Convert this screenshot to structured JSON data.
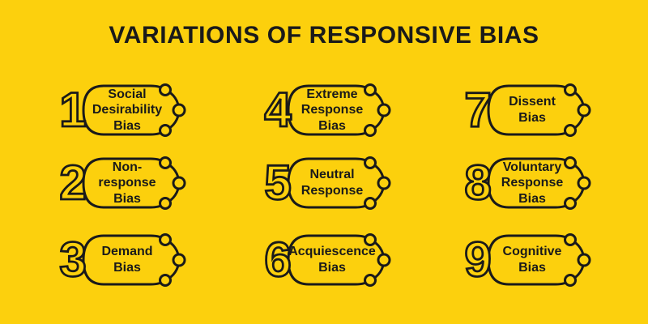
{
  "page": {
    "background": "#FCD00D",
    "ink": "#1A1A1A"
  },
  "title": "VARIATIONS OF RESPONSIVE BIAS",
  "cards": [
    {
      "number": "1",
      "label": [
        "Social",
        "Desirability",
        "Bias"
      ]
    },
    {
      "number": "2",
      "label": [
        "Non-response",
        "Bias"
      ]
    },
    {
      "number": "3",
      "label": [
        "Demand",
        "Bias"
      ]
    },
    {
      "number": "4",
      "label": [
        "Extreme",
        "Response",
        "Bias"
      ]
    },
    {
      "number": "5",
      "label": [
        "Neutral",
        "Response"
      ]
    },
    {
      "number": "6",
      "label": [
        "Acquiescence",
        "Bias"
      ]
    },
    {
      "number": "7",
      "label": [
        "Dissent",
        "Bias"
      ]
    },
    {
      "number": "8",
      "label": [
        "Voluntary",
        "Response",
        "Bias"
      ]
    },
    {
      "number": "9",
      "label": [
        "Cognitive",
        "Bias"
      ]
    }
  ]
}
